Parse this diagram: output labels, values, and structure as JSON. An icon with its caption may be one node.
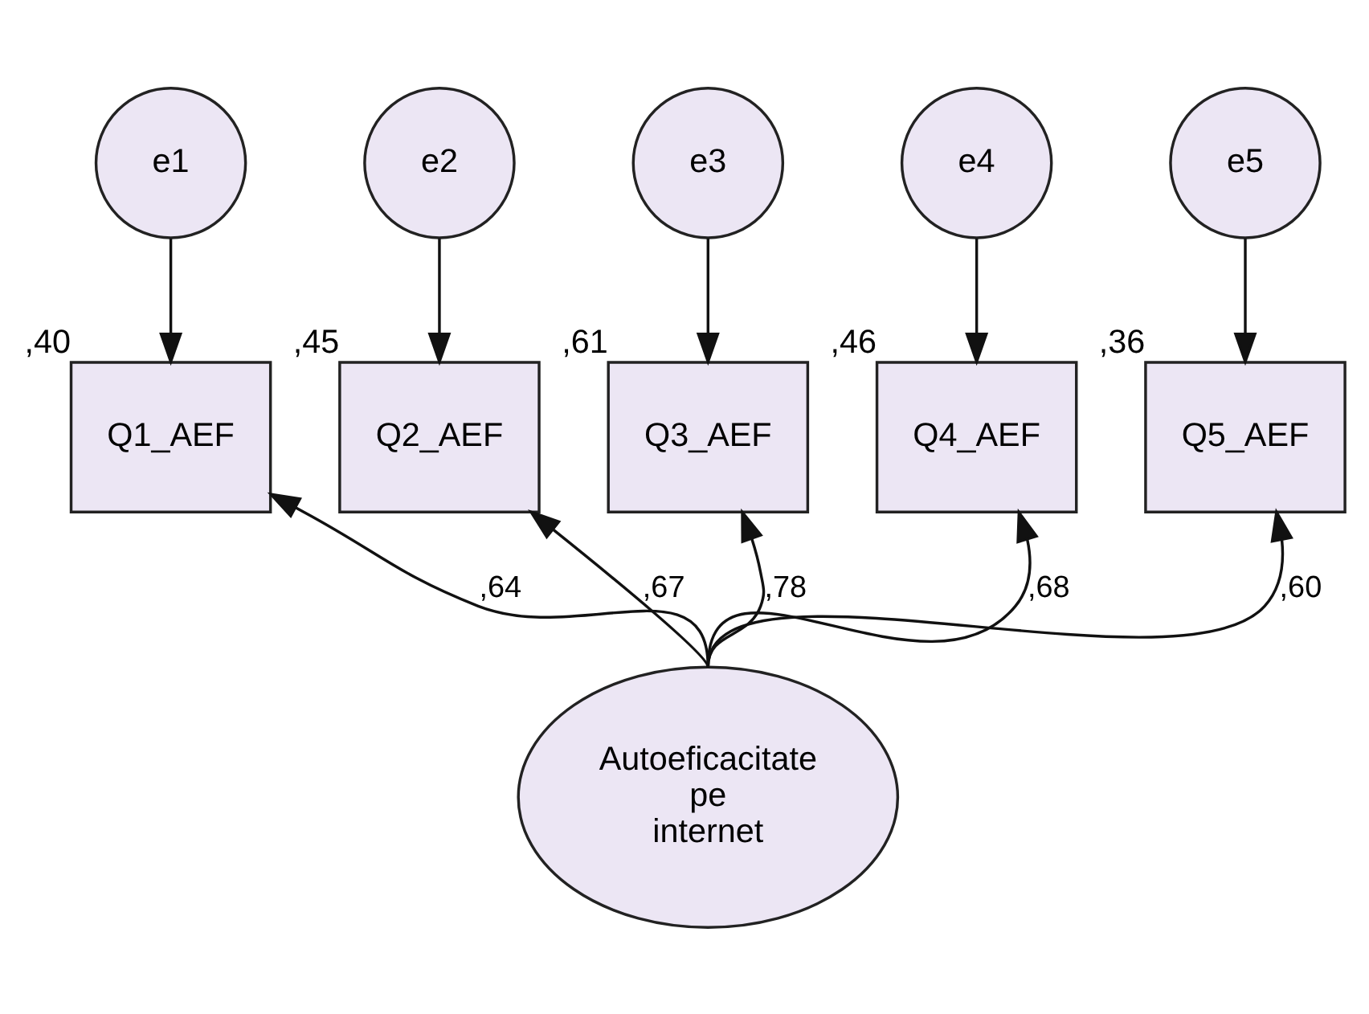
{
  "diagram": {
    "nodes": [
      {
        "text": [
          "e1"
        ]
      },
      {
        "text": [
          "e2"
        ]
      },
      {
        "text": [
          "e3"
        ]
      },
      {
        "text": [
          "e4"
        ]
      },
      {
        "text": [
          "e5"
        ]
      },
      {
        "text": [
          "Q1_AEF"
        ],
        "beside": [
          ",40"
        ]
      },
      {
        "text": [
          "Q2_AEF"
        ],
        "beside": [
          ",45"
        ]
      },
      {
        "text": [
          "Q3_AEF"
        ],
        "beside": [
          ",61"
        ]
      },
      {
        "text": [
          "Q4_AEF"
        ],
        "beside": [
          ",46"
        ]
      },
      {
        "text": [
          "Q5_AEF"
        ],
        "beside": [
          ",36"
        ]
      },
      {
        "text": [
          "Autoeficacitate pe internet"
        ]
      }
    ],
    "edges": [
      {
        "from": 0,
        "to": 5,
        "arrow": "to"
      },
      {
        "from": 1,
        "to": 6,
        "arrow": "to"
      },
      {
        "from": 2,
        "to": 7,
        "arrow": "to"
      },
      {
        "from": 3,
        "to": 8,
        "arrow": "to"
      },
      {
        "from": 4,
        "to": 9,
        "arrow": "to"
      },
      {
        "from": 10,
        "to": 5,
        "arrow": "to",
        "label": ",64"
      },
      {
        "from": 10,
        "to": 6,
        "arrow": "to",
        "label": ",67"
      },
      {
        "from": 10,
        "to": 7,
        "arrow": "to",
        "label": ",78"
      },
      {
        "from": 10,
        "to": 8,
        "arrow": "to",
        "label": ",68"
      },
      {
        "from": 10,
        "to": 9,
        "arrow": "to",
        "label": ",60"
      }
    ]
  }
}
